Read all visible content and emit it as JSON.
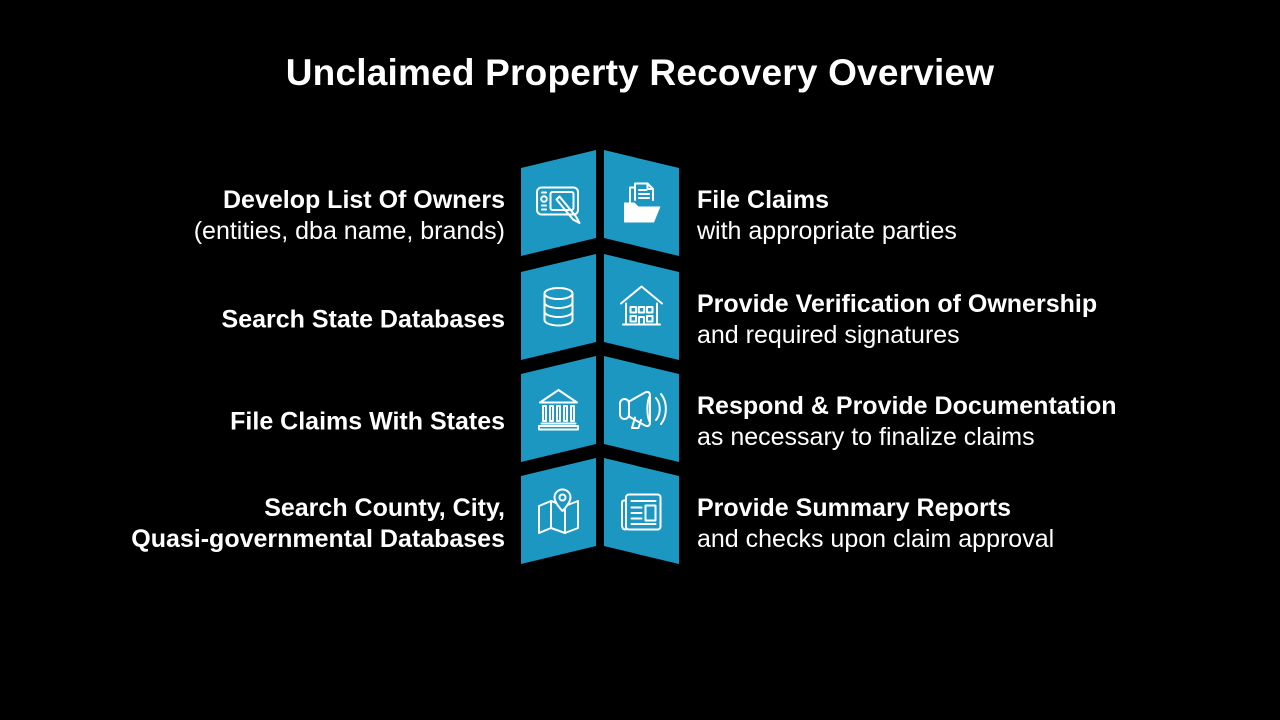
{
  "title": "Unclaimed Property Recovery Overview",
  "colors": {
    "background": "#000000",
    "chevron": "#1B97C1",
    "text": "#FFFFFF",
    "icon_stroke": "#FFFFFF"
  },
  "rows": [
    {
      "left_line1": "Develop List Of Owners",
      "left_line2": "(entities, dba name, brands)",
      "left_icon": "tablet-pen-icon",
      "right_icon": "folder-documents-icon",
      "right_line1": "File Claims",
      "right_line2": "with appropriate parties"
    },
    {
      "left_line1": "Search State Databases",
      "left_icon": "database-icon",
      "right_icon": "building-icon",
      "right_line1": "Provide Verification of Ownership",
      "right_line2": "and required signatures"
    },
    {
      "left_line1": "File Claims With States",
      "left_icon": "bank-columns-icon",
      "right_icon": "megaphone-icon",
      "right_line1": "Respond & Provide Documentation",
      "right_line2": "as necessary to finalize claims"
    },
    {
      "left_line1": "Search County, City,",
      "left_line2": "Quasi-governmental Databases",
      "left_icon": "map-pin-icon",
      "right_icon": "newspaper-icon",
      "right_line1": "Provide Summary Reports",
      "right_line2": "and checks upon claim approval"
    }
  ]
}
